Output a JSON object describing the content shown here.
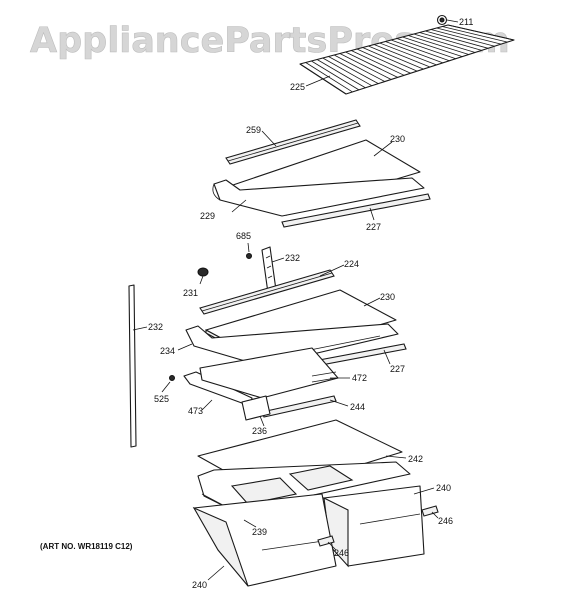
{
  "watermark": "AppliancePartsPros.com",
  "art_number": "(ART NO. WR18119 C12)",
  "labels": {
    "p211": "211",
    "p225": "225",
    "p259": "259",
    "p230a": "230",
    "p229": "229",
    "p227a": "227",
    "p685": "685",
    "p232a": "232",
    "p224": "224",
    "p231": "231",
    "p230b": "230",
    "p232b": "232",
    "p234": "234",
    "p227b": "227",
    "p472": "472",
    "p525": "525",
    "p473": "473",
    "p244": "244",
    "p236": "236",
    "p242": "242",
    "p240a": "240",
    "p246a": "246",
    "p239": "239",
    "p246b": "246",
    "p240b": "240"
  }
}
